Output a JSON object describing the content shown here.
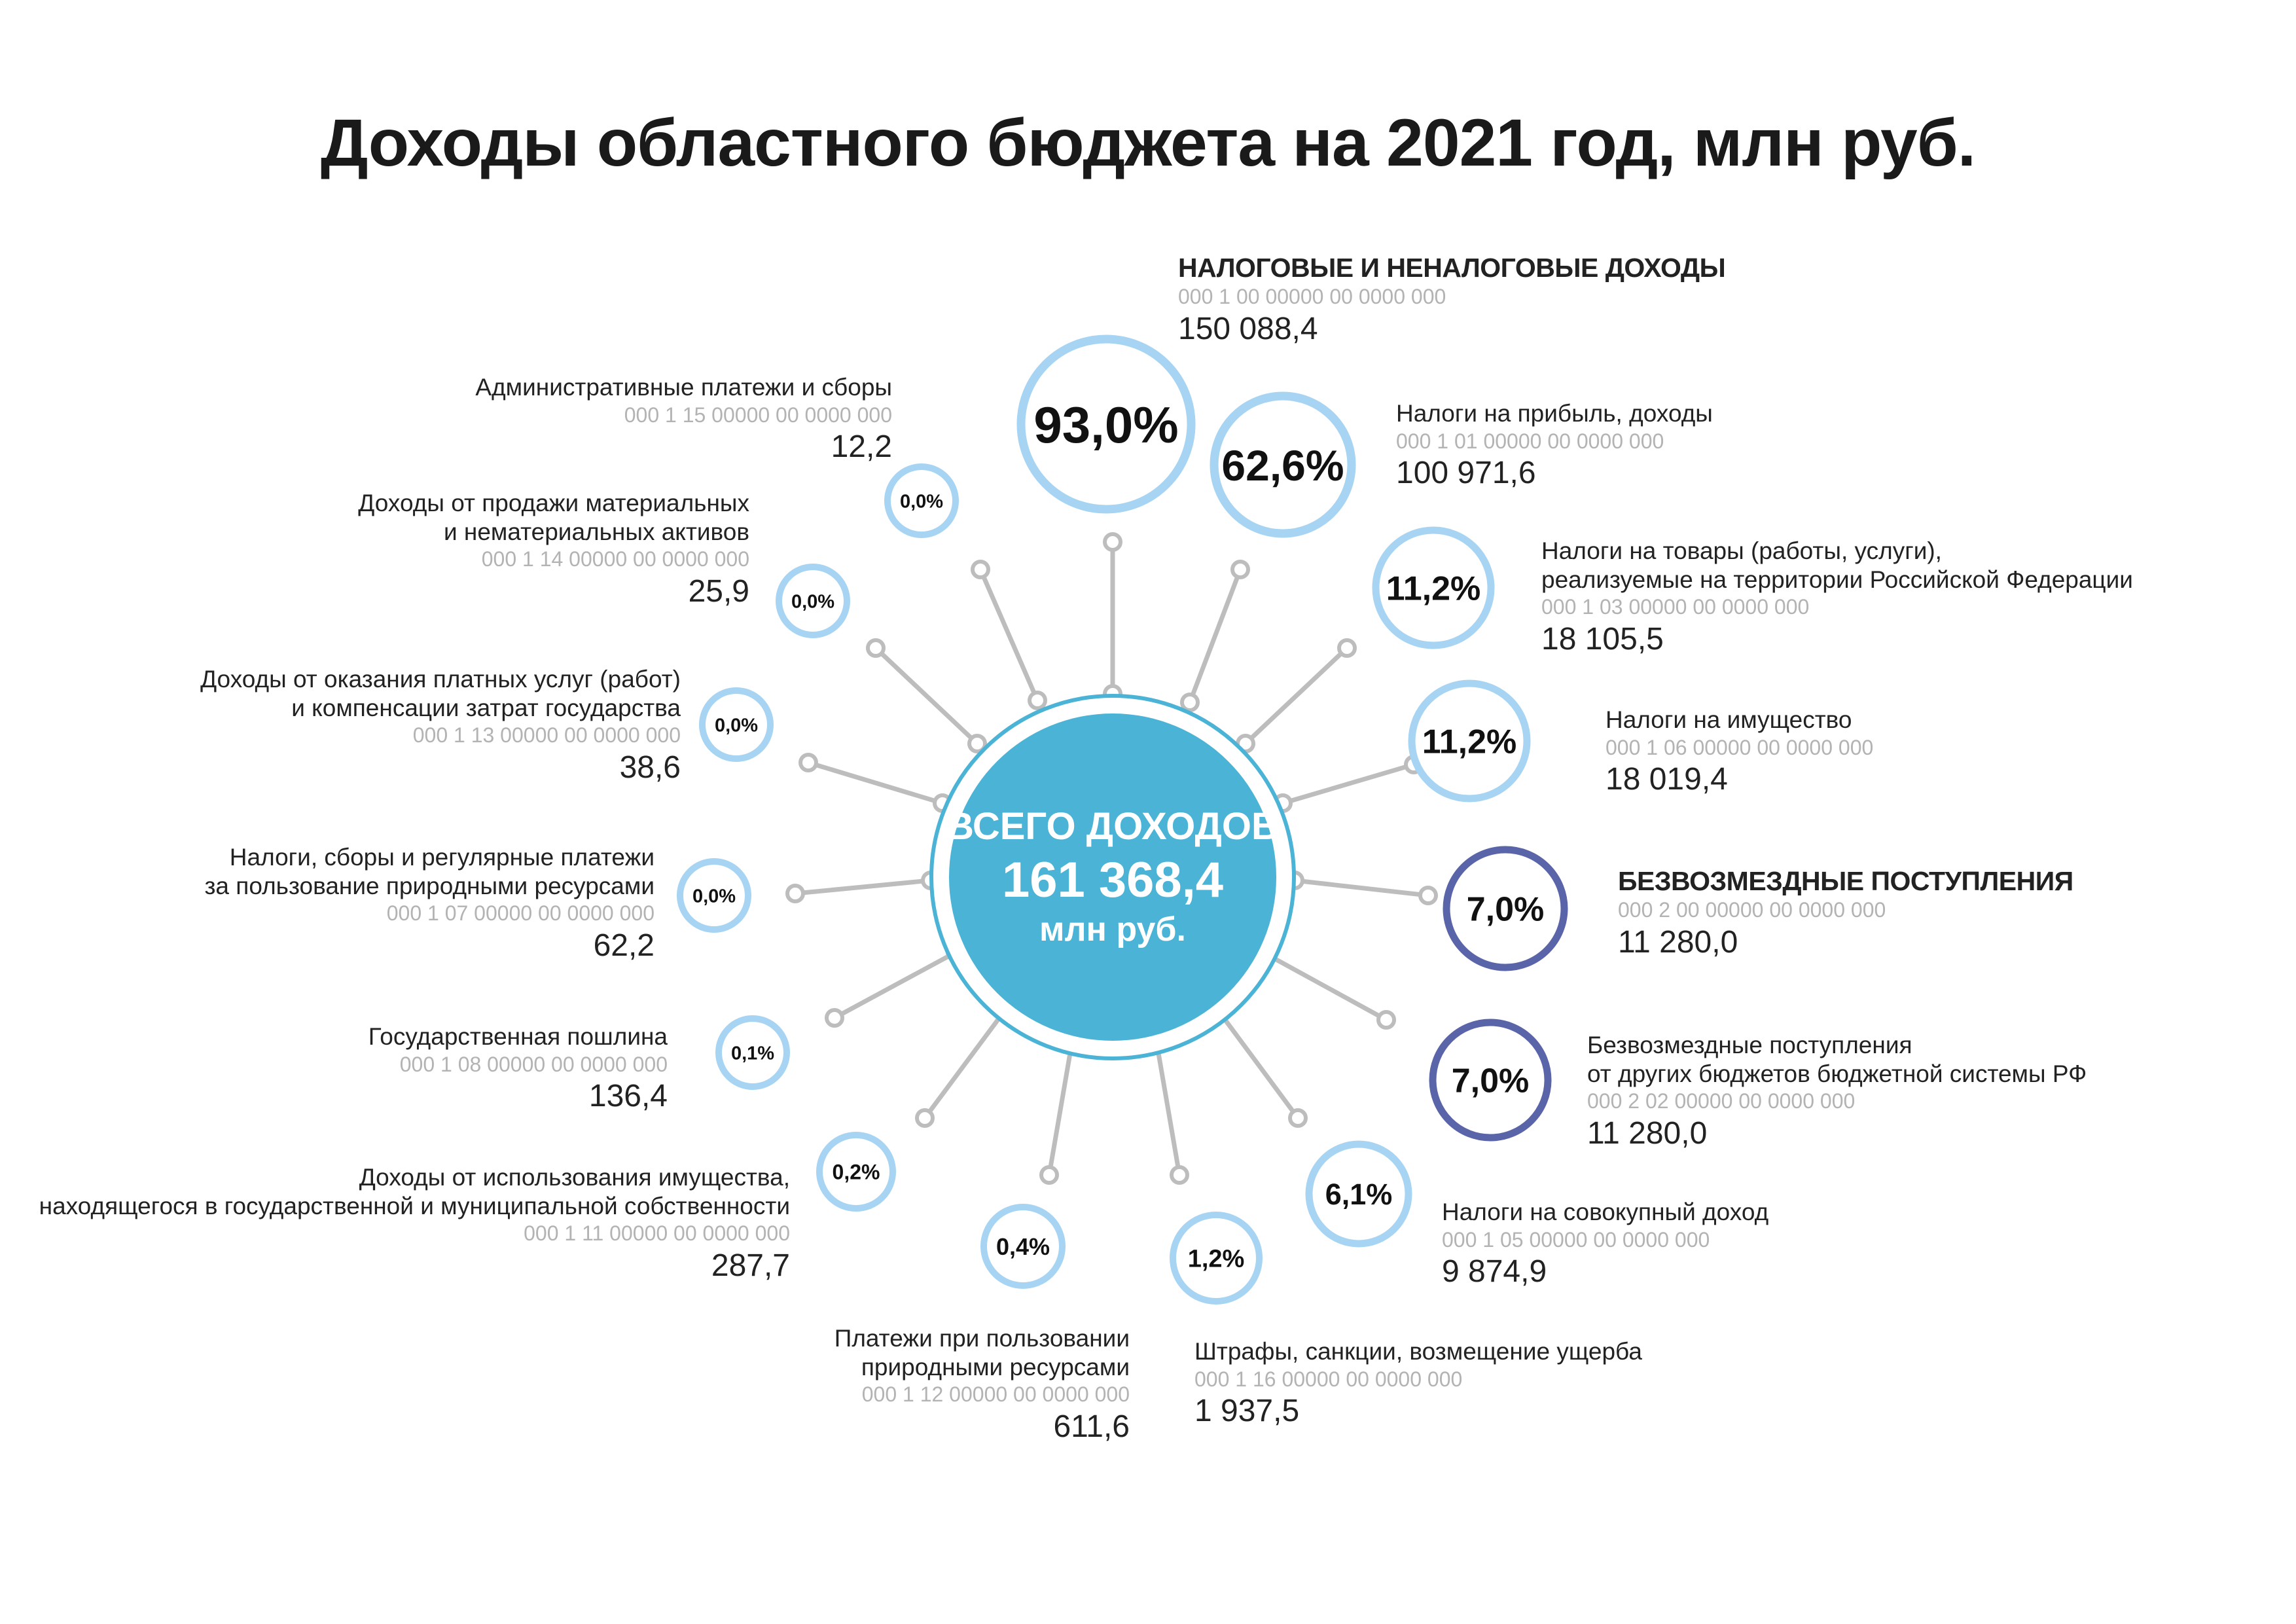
{
  "title": "Доходы областного бюджета на 2021 год, млн руб.",
  "colors": {
    "light_ring": "#a6d4f2",
    "dark_ring": "#5a64a8",
    "center_fill": "#4ab3d6",
    "center_ring": "#4ab3d6",
    "connector": "#bdbdbd",
    "code_text": "#b3b3b3"
  },
  "center": {
    "line1": "ВСЕГО ДОХОДОВ",
    "line2": "161 368,4",
    "line3": "млн руб."
  },
  "items": [
    {
      "id": "tax-nontax",
      "name_lines": [
        "НАЛОГОВЫЕ И НЕНАЛОГОВЫЕ ДОХОДЫ"
      ],
      "bold": true,
      "code": "000 1 00 00000 00 0000 000",
      "value": "150 088,4",
      "percent": "93,0%",
      "ring": "light"
    },
    {
      "id": "profit-income-tax",
      "name_lines": [
        "Налоги на прибыль, доходы"
      ],
      "code": "000 1 01 00000 00 0000 000",
      "value": "100 971,6",
      "percent": "62,6%",
      "ring": "light"
    },
    {
      "id": "goods-tax",
      "name_lines": [
        "Налоги на товары (работы, услуги),",
        "реализуемые на территории Российской Федерации"
      ],
      "code": "000 1 03 00000 00 0000 000",
      "value": "18 105,5",
      "percent": "11,2%",
      "ring": "light"
    },
    {
      "id": "property-tax",
      "name_lines": [
        "Налоги на имущество"
      ],
      "code": "000 1 06 00000 00 0000 000",
      "value": "18 019,4",
      "percent": "11,2%",
      "ring": "light"
    },
    {
      "id": "gratuitous",
      "name_lines": [
        "БЕЗВОЗМЕЗДНЫЕ ПОСТУПЛЕНИЯ"
      ],
      "bold": true,
      "code": "000 2 00 00000 00 0000 000",
      "value": "11 280,0",
      "percent": "7,0%",
      "ring": "dark"
    },
    {
      "id": "gratuitous-other-budgets",
      "name_lines": [
        "Безвозмездные поступления",
        "от других бюджетов бюджетной системы РФ"
      ],
      "code": "000 2 02 00000 00 0000 000",
      "value": "11 280,0",
      "percent": "7,0%",
      "ring": "dark"
    },
    {
      "id": "aggregate-income-tax",
      "name_lines": [
        "Налоги на совокупный доход"
      ],
      "code": "000 1 05 00000 00 0000 000",
      "value": "9 874,9",
      "percent": "6,1%",
      "ring": "light"
    },
    {
      "id": "fines",
      "name_lines": [
        "Штрафы, санкции, возмещение ущерба"
      ],
      "code": "000 1 16 00000 00 0000 000",
      "value": "1 937,5",
      "percent": "1,2%",
      "ring": "light"
    },
    {
      "id": "natural-resources-payments",
      "name_lines": [
        "Платежи при пользовании",
        "природными ресурсами"
      ],
      "code": "000 1 12 00000 00 0000 000",
      "value": "611,6",
      "percent": "0,4%",
      "ring": "light"
    },
    {
      "id": "property-use-income",
      "name_lines": [
        "Доходы от использования имущества,",
        "находящегося в государственной и муниципальной собственности"
      ],
      "code": "000 1 11 00000 00 0000 000",
      "value": "287,7",
      "percent": "0,2%",
      "ring": "light"
    },
    {
      "id": "state-duty",
      "name_lines": [
        "Государственная пошлина"
      ],
      "code": "000 1 08 00000 00 0000 000",
      "value": "136,4",
      "percent": "0,1%",
      "ring": "light"
    },
    {
      "id": "natural-resources-taxes",
      "name_lines": [
        "Налоги, сборы и регулярные платежи",
        "за пользование природными ресурсами"
      ],
      "code": "000 1 07 00000 00 0000 000",
      "value": "62,2",
      "percent": "0,0%",
      "ring": "light"
    },
    {
      "id": "paid-services",
      "name_lines": [
        "Доходы от оказания платных услуг (работ)",
        "и компенсации затрат государства"
      ],
      "code": "000 1 13 00000 00 0000 000",
      "value": "38,6",
      "percent": "0,0%",
      "ring": "light"
    },
    {
      "id": "asset-sales",
      "name_lines": [
        "Доходы от продажи материальных",
        "и нематериальных активов"
      ],
      "code": "000 1 14 00000 00 0000 000",
      "value": "25,9",
      "percent": "0,0%",
      "ring": "light"
    },
    {
      "id": "admin-fees",
      "name_lines": [
        "Административные платежи и сборы"
      ],
      "code": "000 1 15 00000 00 0000 000",
      "value": "12,2",
      "percent": "0,0%",
      "ring": "light"
    }
  ]
}
